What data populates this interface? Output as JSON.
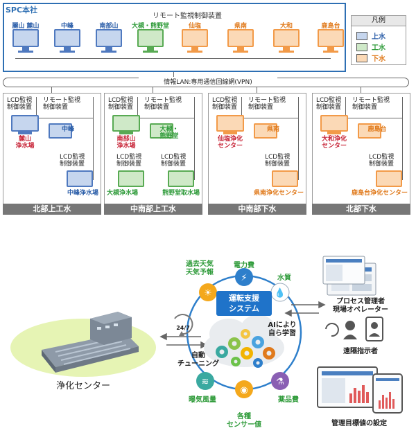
{
  "spc": {
    "title": "SPC本社",
    "remote_title": "リモート監視制御装置",
    "terminals": [
      {
        "label": "麗山 麓山",
        "color": "blue"
      },
      {
        "label": "中峰",
        "color": "blue"
      },
      {
        "label": "南部山",
        "color": "blue"
      },
      {
        "label": "大槻・熊野堂",
        "color": "green"
      },
      {
        "label": "仙塩",
        "color": "orange"
      },
      {
        "label": "県南",
        "color": "orange"
      },
      {
        "label": "大和",
        "color": "orange"
      },
      {
        "label": "鹿島台",
        "color": "orange"
      }
    ]
  },
  "legend": {
    "title": "凡例",
    "items": [
      {
        "label": "上水",
        "color": "#c6d6ee"
      },
      {
        "label": "工水",
        "color": "#cfe9c8"
      },
      {
        "label": "下水",
        "color": "#fbd9b6"
      }
    ]
  },
  "network": {
    "vpn_label": "情報LAN:専用通信回線網(VPN)"
  },
  "regions": [
    {
      "footer": "北部上工水",
      "lcd1": "LCD監視\n制御装置",
      "remote": "リモート監視\n制御装置",
      "site_main": "麓山\n浄水場",
      "site_remote": "中峰",
      "lcd2": "LCD監視\n制御装置",
      "site_bottom": "中峰浄水場"
    },
    {
      "footer": "中南部上工水",
      "lcd1": "LCD監視\n制御装置",
      "remote": "リモート監視\n制御装置",
      "site_main": "南部山\n浄水場",
      "site_remote": "大槻・\n熊野堂",
      "lcd2": "LCD監視\n制御装置",
      "lcd3": "LCD監視\n制御装置",
      "site_bottom": "熊野堂取水場",
      "site_bottom2": "大槻浄水場"
    },
    {
      "footer": "中南部下水",
      "lcd1": "LCD監視\n制御装置",
      "remote": "リモート監視\n制御装置",
      "site_main": "仙塩浄化\nセンター",
      "site_remote": "県南",
      "lcd2": "LCD監視\n制御装置",
      "site_bottom": "県南浄化センター"
    },
    {
      "footer": "北部下水",
      "lcd1": "LCD監視\n制御装置",
      "remote": "リモート監視\n制御装置",
      "site_main": "大和浄化\nセンター",
      "site_remote": "鹿島台",
      "lcd2": "LCD監視\n制御装置",
      "site_bottom": "鹿島台浄化センター"
    }
  ],
  "support": {
    "center_label": "運転支援\nシステム",
    "ai_label": "AIにより\n自ら学習",
    "weather": "過去天気\n天気予報",
    "power": "電力費",
    "water_quality": "水質",
    "air": "曝気風量",
    "sensors": "各種\nセンサー値",
    "chemicals": "薬品費",
    "auto_tuning": "自動\nチューニング",
    "cycle": "24/7"
  },
  "plant": {
    "label": "浄化センター"
  },
  "right_panel": {
    "operators": "プロセス管理者\n現場オペレーター",
    "remote_instructor": "遠隔指示者",
    "target_setting": "管理目標値の設定"
  }
}
